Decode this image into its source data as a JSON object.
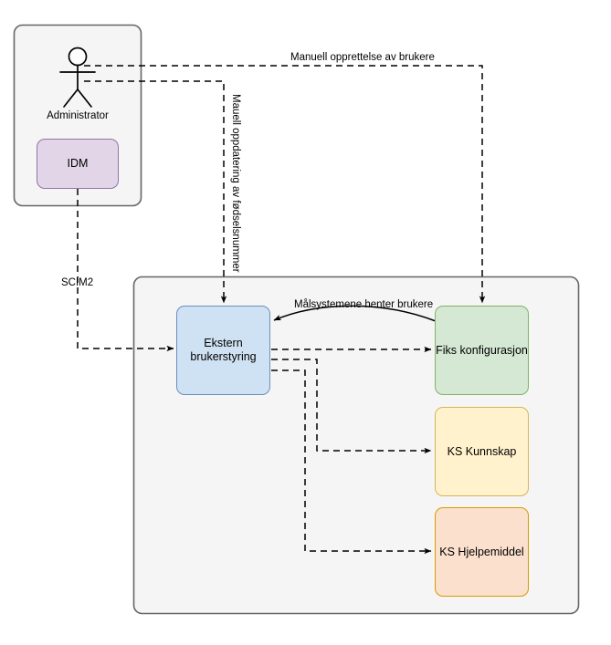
{
  "diagram": {
    "title_absent": "",
    "actor": {
      "name": "Administrator",
      "icon": "stick-figure-icon"
    },
    "groups": [
      {
        "id": "administrator-group",
        "name": "administrator-container",
        "fill": "#f5f5f5",
        "stroke": "#666666"
      },
      {
        "id": "target-systems-group",
        "name": "target-systems-container",
        "fill": "#f5f5f5",
        "stroke": "#666666"
      }
    ],
    "nodes": [
      {
        "id": "idm",
        "label": "IDM",
        "fill": "#e1d5e7",
        "stroke": "#9673a6"
      },
      {
        "id": "ekstern-brukerstyring",
        "label": "Ekstern\nbrukerstyring",
        "fill": "#cfe2f3",
        "stroke": "#6c8ebf"
      },
      {
        "id": "fiks-konfigurasjon",
        "label": "Fiks konfigurasjon",
        "fill": "#d5e8d4",
        "stroke": "#82b366"
      },
      {
        "id": "ks-kunnskap",
        "label": "KS Kunnskap",
        "fill": "#fff2cc",
        "stroke": "#d6b656"
      },
      {
        "id": "ks-hjelpemiddel",
        "label": "KS Hjelpemiddel",
        "fill": "#fbe0cd",
        "stroke": "#d79b00"
      }
    ],
    "edges": [
      {
        "id": "manuell-opprettelse",
        "label": "Manuell opprettelse av brukere",
        "from": "administrator",
        "to": "fiks-konfigurasjon",
        "style": "dashed"
      },
      {
        "id": "manuell-oppdatering",
        "label": "Mauell oppdatering  av fødselsnummer",
        "from": "administrator",
        "to": "ekstern-brukerstyring",
        "style": "dashed",
        "orientation": "vertical"
      },
      {
        "id": "scim2",
        "label": "SCIM2",
        "from": "idm",
        "to": "ekstern-brukerstyring",
        "style": "dashed"
      },
      {
        "id": "malsystemene-henter-brukere",
        "label": "Målsystemene henter brukere",
        "from": "fiks-konfigurasjon",
        "to": "ekstern-brukerstyring",
        "style": "solid-curve"
      },
      {
        "id": "ebs-to-fiks",
        "label": "",
        "from": "ekstern-brukerstyring",
        "to": "fiks-konfigurasjon",
        "style": "dashed"
      },
      {
        "id": "ebs-to-kunnskap",
        "label": "",
        "from": "ekstern-brukerstyring",
        "to": "ks-kunnskap",
        "style": "dashed"
      },
      {
        "id": "ebs-to-hjelpemiddel",
        "label": "",
        "from": "ekstern-brukerstyring",
        "to": "ks-hjelpemiddel",
        "style": "dashed"
      }
    ]
  }
}
